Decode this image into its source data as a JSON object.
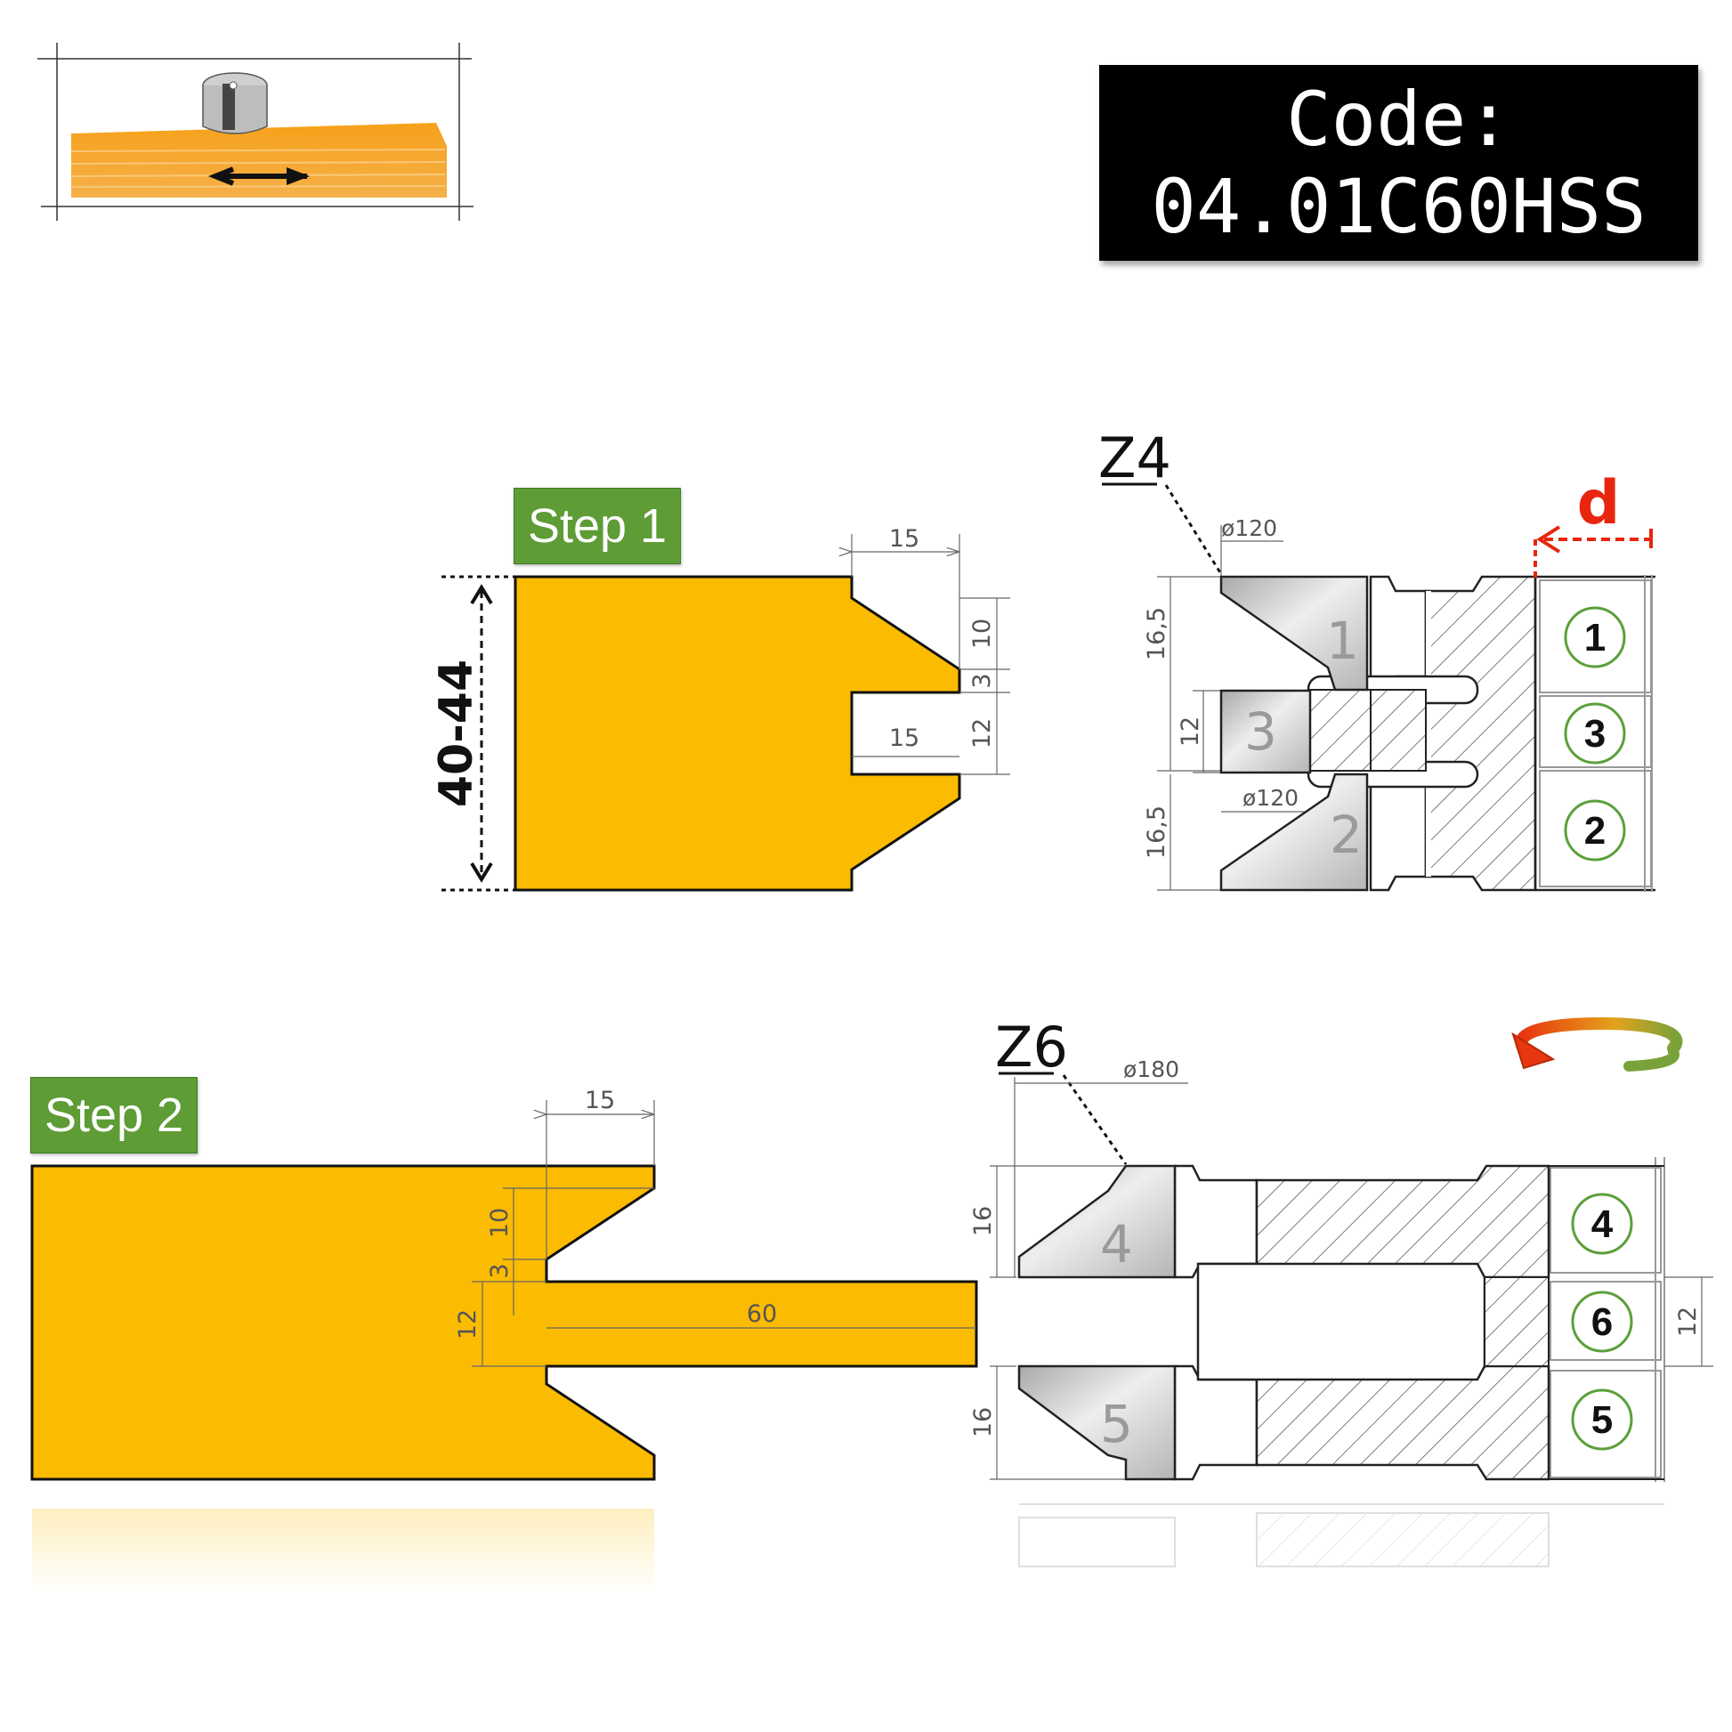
{
  "code_box": {
    "line1": "Code:",
    "line2": "04.01C60HSS"
  },
  "steps": {
    "step1": "Step 1",
    "step2": "Step 2"
  },
  "step1_profile": {
    "thickness_range": "40-44",
    "dim_top_width": "15",
    "dim_bevel_height": "10",
    "dim_lip": "3",
    "dim_groove_depth": "15",
    "dim_groove_width": "12"
  },
  "step2_profile": {
    "dim_top_width": "15",
    "dim_bevel_height": "10",
    "dim_lip": "3",
    "dim_tongue_width": "12",
    "dim_tongue_length": "60"
  },
  "cutter_z4": {
    "teeth": "Z4",
    "diameter_top": "ø120",
    "diameter_mid": "ø120",
    "height_top": "16,5",
    "height_mid": "12",
    "height_bottom": "16,5",
    "cutter_numbers": [
      "1",
      "3",
      "2"
    ],
    "circle_labels": [
      "1",
      "3",
      "2"
    ],
    "offset_label": "d"
  },
  "cutter_z6": {
    "teeth": "Z6",
    "diameter": "ø180",
    "height_top": "16",
    "height_bottom": "16",
    "height_right": "12",
    "cutter_numbers": [
      "4",
      "5"
    ],
    "circle_labels": [
      "4",
      "6",
      "5"
    ]
  },
  "colors": {
    "wood": "#fbbb00",
    "step_green": "#5e9c36",
    "circle_green": "#5aa03a",
    "offset_red": "#e8250f",
    "steel_gray": "#c8c8c8",
    "code_bg": "#000000"
  },
  "icons": {
    "top_left": "milling-workpiece-icon",
    "rotation": "rotation-arrow-icon"
  }
}
